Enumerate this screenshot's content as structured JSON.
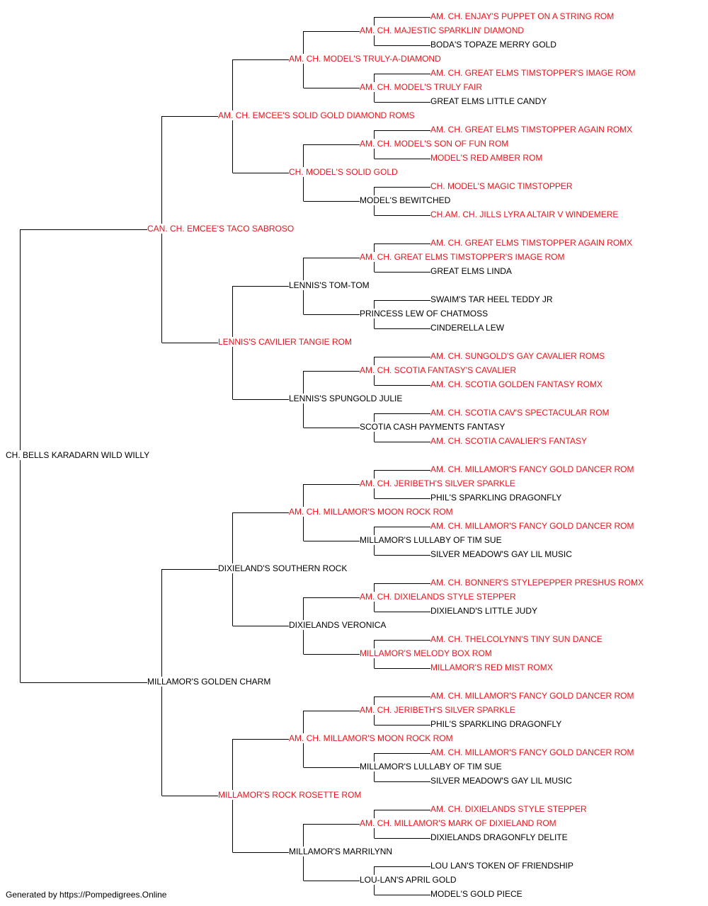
{
  "colors": {
    "highlight": "#e8141a",
    "normal": "#000000",
    "line": "#000000"
  },
  "subject": {
    "label": "CH. BELLS KARADARN WILD WILLY",
    "hl": false
  },
  "generation1": [
    {
      "label": "CAN. CH. EMCEE'S TACO SABROSO",
      "hl": true
    },
    {
      "label": "MILLAMOR'S GOLDEN CHARM",
      "hl": false
    }
  ],
  "generation2": [
    {
      "label": "AM. CH. EMCEE'S SOLID GOLD DIAMOND ROMS",
      "hl": true
    },
    {
      "label": "LENNIS'S CAVILIER TANGIE ROM",
      "hl": true
    },
    {
      "label": "DIXIELAND'S SOUTHERN ROCK",
      "hl": false
    },
    {
      "label": "MILLAMOR'S ROCK ROSETTE ROM",
      "hl": true
    }
  ],
  "generation3": [
    {
      "label": "AM. CH. MODEL'S TRULY-A-DIAMOND",
      "hl": true
    },
    {
      "label": "CH. MODEL'S SOLID GOLD",
      "hl": true
    },
    {
      "label": "LENNIS'S TOM-TOM",
      "hl": false
    },
    {
      "label": "LENNIS'S SPUNGOLD JULIE",
      "hl": false
    },
    {
      "label": "AM. CH. MILLAMOR'S MOON ROCK ROM",
      "hl": true
    },
    {
      "label": "DIXIELANDS VERONICA",
      "hl": false
    },
    {
      "label": "AM. CH. MILLAMOR'S MOON ROCK ROM",
      "hl": true
    },
    {
      "label": "MILLAMOR'S MARRILYNN",
      "hl": false
    }
  ],
  "generation4": [
    {
      "label": "AM. CH. MAJESTIC SPARKLIN' DIAMOND",
      "hl": true
    },
    {
      "label": "AM. CH. MODEL'S TRULY FAIR",
      "hl": true
    },
    {
      "label": "AM. CH. MODEL'S SON OF FUN ROM",
      "hl": true
    },
    {
      "label": "MODEL'S BEWITCHED",
      "hl": false
    },
    {
      "label": "AM. CH. GREAT ELMS TIMSTOPPER'S IMAGE ROM",
      "hl": true
    },
    {
      "label": "PRINCESS LEW OF CHATMOSS",
      "hl": false
    },
    {
      "label": "AM. CH. SCOTIA FANTASY'S CAVALIER",
      "hl": true
    },
    {
      "label": "SCOTIA CASH PAYMENTS FANTASY",
      "hl": false
    },
    {
      "label": "AM. CH. JERIBETH'S SILVER SPARKLE",
      "hl": true
    },
    {
      "label": "MILLAMOR'S LULLABY OF TIM SUE",
      "hl": false
    },
    {
      "label": "AM. CH. DIXIELANDS STYLE STEPPER",
      "hl": true
    },
    {
      "label": "MILLAMOR'S MELODY BOX ROM",
      "hl": true
    },
    {
      "label": "AM. CH. JERIBETH'S SILVER SPARKLE",
      "hl": true
    },
    {
      "label": "MILLAMOR'S LULLABY OF TIM SUE",
      "hl": false
    },
    {
      "label": "AM. CH. MILLAMOR'S MARK OF DIXIELAND ROM",
      "hl": true
    },
    {
      "label": "LOU-LAN'S APRIL GOLD",
      "hl": false
    }
  ],
  "generation5": [
    {
      "label": "AM. CH. ENJAY'S PUPPET ON A STRING ROM",
      "hl": true
    },
    {
      "label": "BODA'S TOPAZE MERRY GOLD",
      "hl": false
    },
    {
      "label": "AM. CH. GREAT ELMS TIMSTOPPER'S IMAGE ROM",
      "hl": true
    },
    {
      "label": "GREAT ELMS LITTLE CANDY",
      "hl": false
    },
    {
      "label": "AM. CH. GREAT ELMS TIMSTOPPER AGAIN ROMX",
      "hl": true
    },
    {
      "label": "MODEL'S RED AMBER ROM",
      "hl": true
    },
    {
      "label": "CH. MODEL'S MAGIC TIMSTOPPER",
      "hl": true
    },
    {
      "label": "CH.AM. CH. JILLS LYRA ALTAIR V WINDEMERE",
      "hl": true
    },
    {
      "label": "AM. CH. GREAT ELMS TIMSTOPPER AGAIN ROMX",
      "hl": true
    },
    {
      "label": "GREAT ELMS LINDA",
      "hl": false
    },
    {
      "label": "SWAIM'S TAR HEEL TEDDY JR",
      "hl": false
    },
    {
      "label": "CINDERELLA LEW",
      "hl": false
    },
    {
      "label": "AM. CH. SUNGOLD'S GAY CAVALIER ROMS",
      "hl": true
    },
    {
      "label": "AM. CH. SCOTIA GOLDEN FANTASY ROMX",
      "hl": true
    },
    {
      "label": "AM. CH. SCOTIA CAV'S SPECTACULAR ROM",
      "hl": true
    },
    {
      "label": "AM. CH. SCOTIA CAVALIER'S FANTASY",
      "hl": true
    },
    {
      "label": "AM. CH. MILLAMOR'S FANCY GOLD DANCER ROM",
      "hl": true
    },
    {
      "label": "PHIL'S SPARKLING DRAGONFLY",
      "hl": false
    },
    {
      "label": "AM. CH. MILLAMOR'S FANCY GOLD DANCER ROM",
      "hl": true
    },
    {
      "label": "SILVER MEADOW'S GAY LIL MUSIC",
      "hl": false
    },
    {
      "label": "AM. CH. BONNER'S STYLEPEPPER PRESHUS ROMX",
      "hl": true
    },
    {
      "label": "DIXIELAND'S LITTLE JUDY",
      "hl": false
    },
    {
      "label": "AM. CH. THELCOLYNN'S TINY SUN DANCE",
      "hl": true
    },
    {
      "label": "MILLAMOR'S RED MIST ROMX",
      "hl": true
    },
    {
      "label": "AM. CH. MILLAMOR'S FANCY GOLD DANCER ROM",
      "hl": true
    },
    {
      "label": "PHIL'S SPARKLING DRAGONFLY",
      "hl": false
    },
    {
      "label": "AM. CH. MILLAMOR'S FANCY GOLD DANCER ROM",
      "hl": true
    },
    {
      "label": "SILVER MEADOW'S GAY LIL MUSIC",
      "hl": false
    },
    {
      "label": "AM. CH. DIXIELANDS STYLE STEPPER",
      "hl": true
    },
    {
      "label": "DIXIELANDS DRAGONFLY DELITE",
      "hl": false
    },
    {
      "label": "LOU LAN'S TOKEN OF FRIENDSHIP",
      "hl": false
    },
    {
      "label": "MODEL'S GOLD PIECE",
      "hl": false
    }
  ],
  "footer": "Generated by https://Pompedigrees.Online"
}
